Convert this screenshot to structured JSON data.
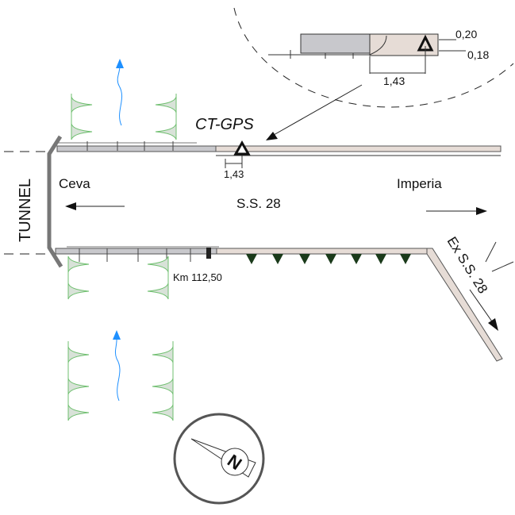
{
  "labels": {
    "tunnel": "TUNNEL",
    "ceva": "Ceva",
    "imperia": "Imperia",
    "road": "S.S. 28",
    "ex_road": "Ex S.S. 28",
    "station": "CT-GPS",
    "km": "Km 112,50",
    "dim_main": "1,43",
    "dim_detail": "1,43",
    "dim_top": "0,20",
    "dim_bottom": "0,18",
    "compass": "N"
  },
  "colors": {
    "water": "#1e90ff",
    "tree": "#6fbf6f",
    "tree_fill": "#d8e2d8",
    "wall": "#777777",
    "sidewalk": "#e6dcd6"
  }
}
